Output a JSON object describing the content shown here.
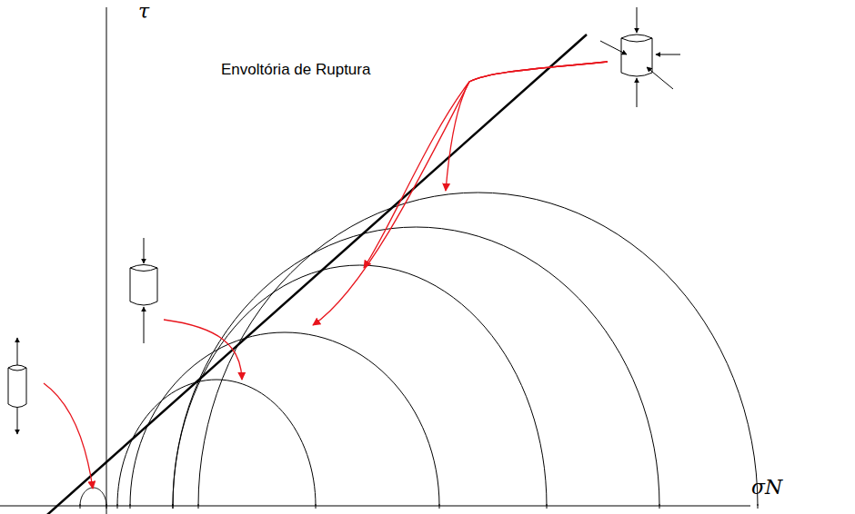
{
  "diagram": {
    "labels": [
      "τ",
      "Envoltória de Ruptura",
      "σN"
    ]
  }
}
